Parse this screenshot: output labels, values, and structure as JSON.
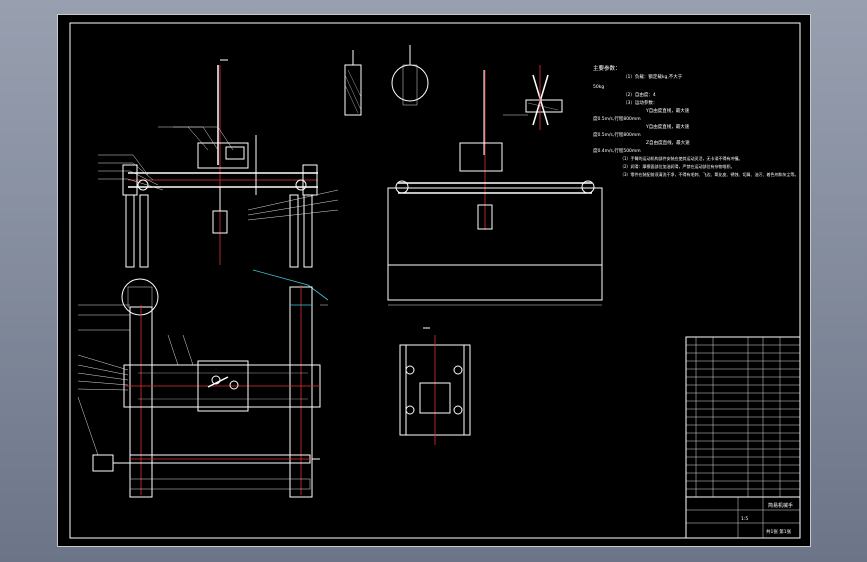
{
  "notes": {
    "title": "主要参数：",
    "lines": [
      "（1）负载：额定载kg,不大于",
      "50kg",
      "（2）自由度：4",
      "（3）运动参数：",
      "Y自由度直线，最大速",
      "度0.5m/s,行程800mm",
      "Y自由度直线，最大速",
      "度0.5m/s,行程800mm",
      "Z自由度直线，最大速",
      "度0.4m/s,行程500mm",
      "（1）手臂的运动机构部件安装应使其运动灵活，无卡滞不得有冲撞。",
      "（2）润滑：摩擦面部位加油润滑，严禁在运动部位有杂物堆积。",
      "（3）零件在装配前须清洗干净，不得有毛刺、飞边、氧化皮、锈蚀、切屑、油污、着色剂和灰尘等。"
    ]
  },
  "title_block": {
    "drawing_title": "简易机械手",
    "scale": "1:5",
    "sheet": "共1张 第1张"
  },
  "colors": {
    "background": "#000000",
    "line": "#ffffff",
    "center_line": "#e03030",
    "leader": "#3cc8d8"
  }
}
